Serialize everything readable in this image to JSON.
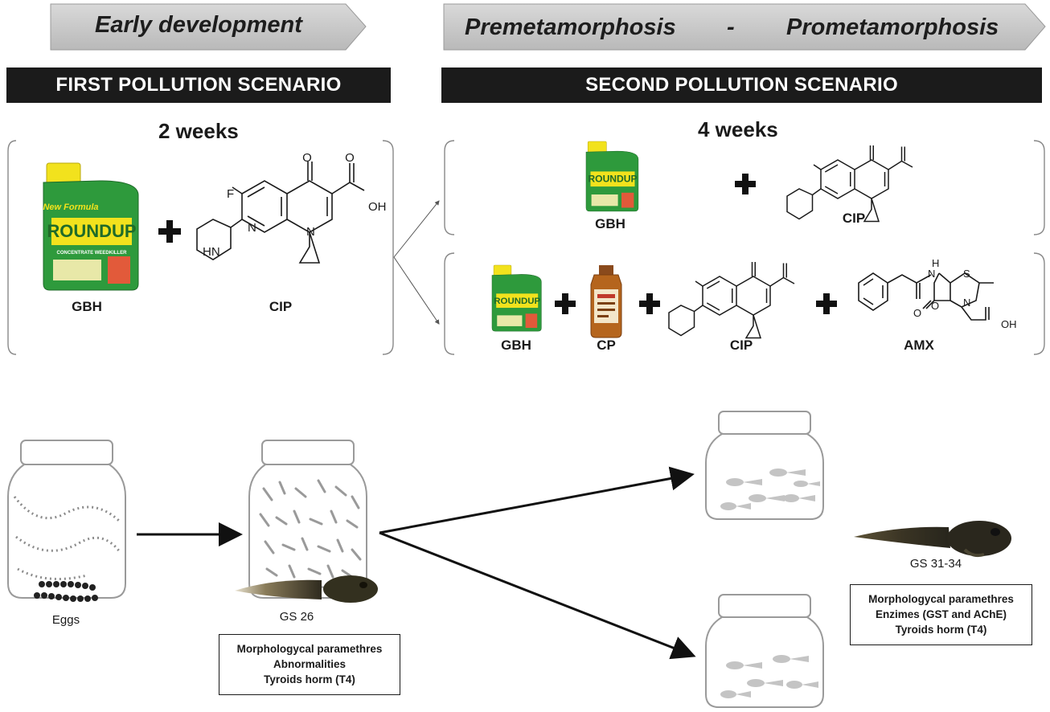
{
  "phases": {
    "left": "Early development",
    "right_a": "Premetamorphosis",
    "right_sep": "-",
    "right_b": "Prometamorphosis"
  },
  "scenarios": {
    "first": "FIRST POLLUTION SCENARIO",
    "second": "SECOND POLLUTION SCENARIO"
  },
  "durations": {
    "first": "2 weeks",
    "second": "4 weeks"
  },
  "first_treatment": {
    "items": [
      "GBH",
      "CIP"
    ],
    "operator": "+"
  },
  "second_treatment_a": {
    "items": [
      "GBH",
      "CIP"
    ]
  },
  "second_treatment_b": {
    "items": [
      "GBH",
      "CP",
      "CIP",
      "AMX"
    ]
  },
  "stages": {
    "eggs": "Eggs",
    "gs26": "GS 26",
    "gs3134": "GS 31-34"
  },
  "endpoints_first": [
    "Morphologycal paramethres",
    "Abnormalities",
    "Tyroids horm (T4)"
  ],
  "endpoints_second": [
    "Morphologycal paramethres",
    "Enzimes (GST and AChE)",
    "Tyroids horm (T4)"
  ],
  "product_text": {
    "brand": "ROUNDUP",
    "tag": "New Formula",
    "sub": "CONCENTRATE WEEDKILLER"
  },
  "atoms": {
    "F": "F",
    "O": "O",
    "OH": "OH",
    "N": "N",
    "HN": "HN",
    "H": "H",
    "S": "S"
  },
  "colors": {
    "arrow_banner": "#c8c8c8",
    "scenario_bar": "#1b1b1b",
    "bottle_green": "#2e9a3c",
    "bottle_cap": "#f2e21d",
    "tadpole": "#3b3526"
  }
}
